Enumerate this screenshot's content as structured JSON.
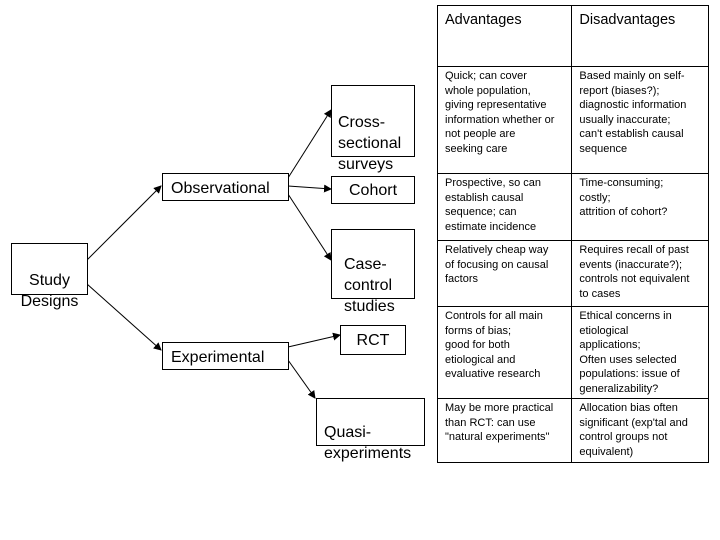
{
  "nodes": {
    "study_designs": "Study\nDesigns",
    "observational": "Observational",
    "experimental": "Experimental",
    "cross_sectional": "Cross-\nsectional\nsurveys",
    "cohort": "Cohort",
    "case_control": "Case-\ncontrol\nstudies",
    "rct": "RCT",
    "quasi": "Quasi-\nexperiments"
  },
  "table": {
    "headers": [
      "Advantages",
      "Disadvantages"
    ],
    "rows": [
      {
        "advantages": "Quick; can cover\nwhole population,\ngiving representative\ninformation whether or\nnot people are\nseeking care",
        "disadvantages": "Based mainly on self-\nreport (biases?);\ndiagnostic information\nusually inaccurate;\ncan't establish causal\nsequence"
      },
      {
        "advantages": "Prospective, so can\nestablish causal\nsequence;  can\nestimate incidence",
        "disadvantages": "Time-consuming;\ncostly;\nattrition of cohort?"
      },
      {
        "advantages": "Relatively cheap way\nof focusing on causal\nfactors",
        "disadvantages": "Requires recall of past\nevents (inaccurate?);\ncontrols not equivalent\nto cases"
      },
      {
        "advantages": "Controls for all main\nforms of bias;\ngood for both\netiological and\nevaluative research",
        "disadvantages": "Ethical concerns in\netiological\napplications;\nOften uses selected\npopulations: issue of\ngeneralizability?"
      },
      {
        "advantages": "May be more practical\nthan RCT: can use\n\"natural experiments\"",
        "disadvantages": "Allocation bias often\nsignificant (exp'tal and\ncontrol groups not\nequivalent)"
      }
    ]
  }
}
